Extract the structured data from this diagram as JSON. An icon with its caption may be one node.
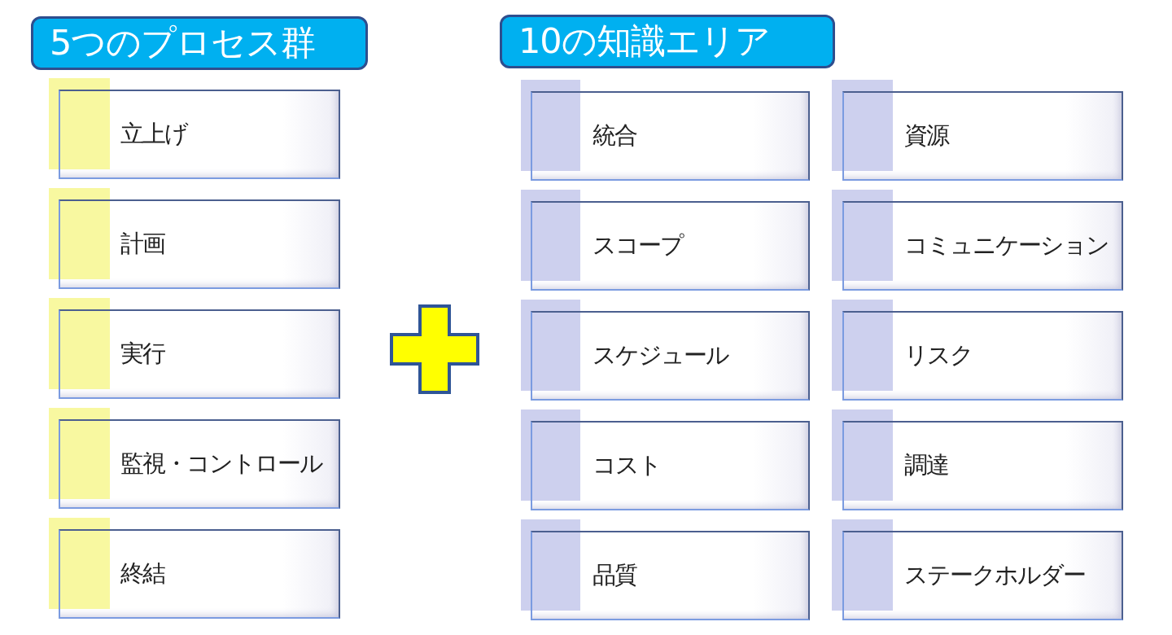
{
  "diagram": {
    "nodes": [
      {
        "text": [
          "5つのプロセス群"
        ]
      },
      {
        "text": [
          "立上げ"
        ]
      },
      {
        "text": [
          "計画"
        ]
      },
      {
        "text": [
          "実行"
        ]
      },
      {
        "text": [
          "監視・コントロール"
        ]
      },
      {
        "text": [
          "終結"
        ]
      },
      {
        "text": [
          "10の知識エリア"
        ]
      },
      {
        "text": [
          "統合"
        ]
      },
      {
        "text": [
          "スコープ"
        ]
      },
      {
        "text": [
          "スケジュール"
        ]
      },
      {
        "text": [
          "コスト"
        ]
      },
      {
        "text": [
          "品質"
        ]
      },
      {
        "text": [
          "資源"
        ]
      },
      {
        "text": [
          "コミュニケーション"
        ]
      },
      {
        "text": [
          "リスク"
        ]
      },
      {
        "text": [
          "調達"
        ]
      },
      {
        "text": [
          "ステークホルダー"
        ]
      }
    ]
  }
}
